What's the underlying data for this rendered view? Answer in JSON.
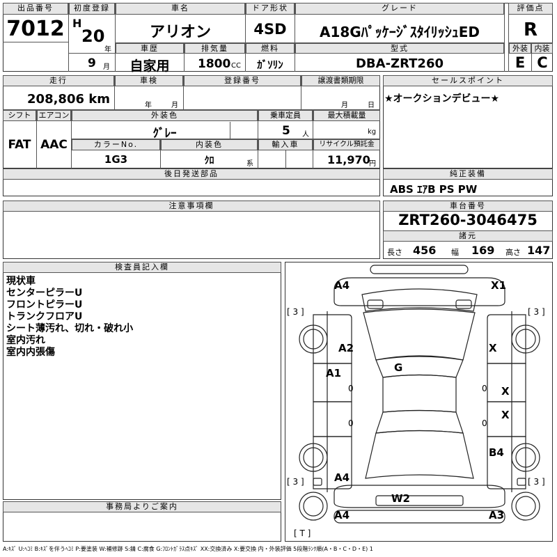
{
  "lot": {
    "label": "出品番号",
    "value": "7012"
  },
  "first_reg": {
    "label": "初度登録",
    "era": "H",
    "year": "20",
    "year_unit": "年",
    "month": "9",
    "month_unit": "月"
  },
  "car_name": {
    "label": "車名",
    "value": "アリオン"
  },
  "door_type": {
    "label": "ドア形状",
    "value": "4SD"
  },
  "grade": {
    "label": "グレード",
    "value": "A18GﾊﾟｯｹｰｼﾞｽﾀｲﾘｯｼｭED"
  },
  "rating": {
    "label": "評価点",
    "value": "R"
  },
  "history": {
    "label": "車歴",
    "value": "自家用"
  },
  "displacement": {
    "label": "排気量",
    "value": "1800",
    "unit": "CC"
  },
  "fuel": {
    "label": "燃料",
    "value": "ｶﾞｿﾘﾝ"
  },
  "model": {
    "label": "型式",
    "value": "DBA-ZRT260"
  },
  "exterior_grade": {
    "label": "外装",
    "value": "E"
  },
  "interior_grade": {
    "label": "内装",
    "value": "C"
  },
  "mileage": {
    "label": "走行",
    "value": "208,806 km"
  },
  "inspection": {
    "label": "車検",
    "year_unit": "年",
    "month_unit": "月"
  },
  "registration": {
    "label": "登録番号"
  },
  "transfer_deadline": {
    "label": "譲渡書類期限",
    "month_unit": "月",
    "day_unit": "日"
  },
  "shift": {
    "label": "シフト",
    "value": "FAT"
  },
  "aircon": {
    "label": "エアコン",
    "value": "AAC"
  },
  "ext_color": {
    "label": "外装色",
    "value": "ｸﾞﾚｰ"
  },
  "capacity": {
    "label": "乗車定員",
    "value": "5",
    "unit": "人"
  },
  "max_load": {
    "label": "最大積載量",
    "unit": "kg"
  },
  "color_no": {
    "label": "カラーNo.",
    "value": "1G3"
  },
  "int_color": {
    "label": "内装色",
    "value": "ｸﾛ",
    "unit": "系"
  },
  "import": {
    "label": "輸入車"
  },
  "recycle": {
    "label": "リサイクル預託金",
    "value": "11,970",
    "unit": "円"
  },
  "later_parts": {
    "label": "後日発送部品"
  },
  "sales_point": {
    "label": "セールスポイント",
    "text": "★オークションデビュー★"
  },
  "equipment": {
    "label": "純正装備",
    "value": "ABS ｴｱB PS PW"
  },
  "notes": {
    "label": "注意事項欄"
  },
  "chassis": {
    "label": "車台番号",
    "value": "ZRT260-3046475"
  },
  "specs": {
    "label": "諸元",
    "length_label": "長さ",
    "length": "456",
    "width_label": "幅",
    "width": "169",
    "height_label": "高さ",
    "height": "147"
  },
  "inspector": {
    "label": "検査員記入欄",
    "lines": [
      "現状車",
      "センターピラーU",
      "フロントピラーU",
      "トランクフロアU",
      "シート薄汚れ、切れ・破れ小",
      "室内汚れ",
      "室内内張傷"
    ]
  },
  "office": {
    "label": "事務局よりご案内"
  },
  "diagram": {
    "marks": {
      "front_left": "A4",
      "front_right": "X1",
      "hood_left": "A2",
      "hood_right": "X",
      "center": "G",
      "pillar_left": "A1",
      "door_right_front": "X",
      "door_right_rear": "X",
      "rear_right": "B4",
      "rear_left": "A4",
      "trunk": "W2",
      "bumper_left": "A4",
      "bumper_right": "A3",
      "tire_fl": "3",
      "tire_fr": "3",
      "tire_rl": "3",
      "tire_rr": "3",
      "spare": "T",
      "zero1": "0",
      "zero2": "0",
      "zero3": "0",
      "zero4": "0"
    }
  },
  "legend": "A:ｷｽﾞ U:ﾍｺﾐ B:ｷｽﾞを伴うﾍｺﾐ P:要塗装 W:補修跡 S:錆 C:腐食 G:ﾌﾛﾝﾄｶﾞﾗｽ点ｷｽﾞ XX:交換済み X:要交換 内・外装評価 5段階ﾗﾝｸ順(A・B・C・D・E) 1"
}
